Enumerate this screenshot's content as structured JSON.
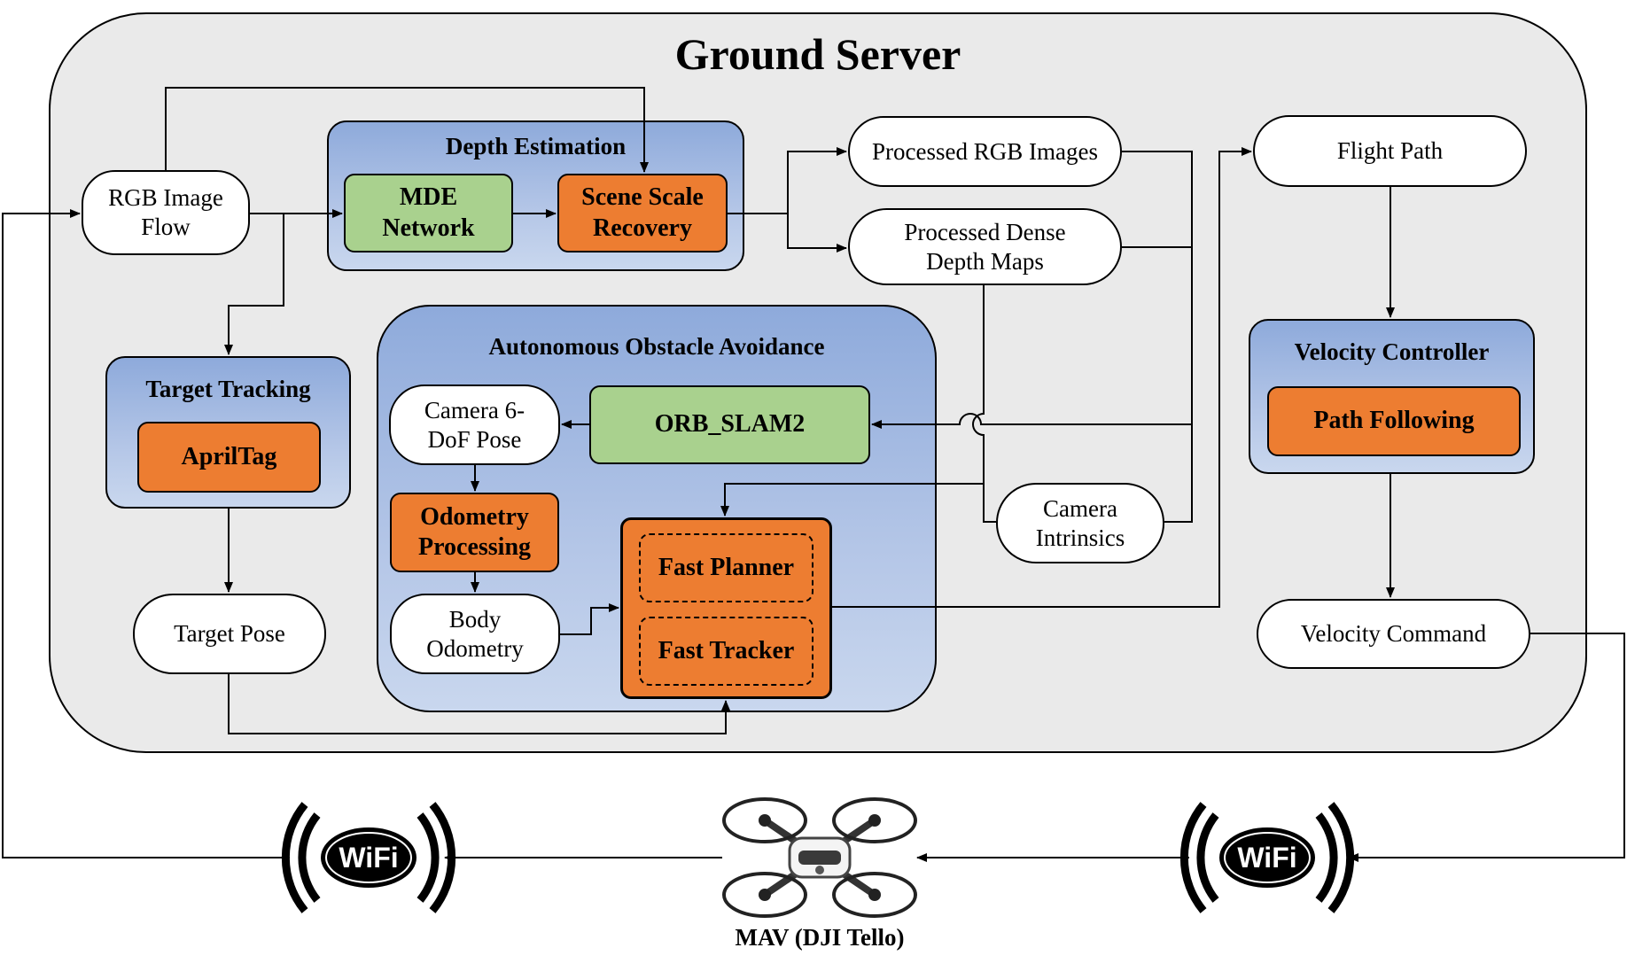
{
  "title": "Ground Server",
  "nodes": {
    "rgb_flow": "RGB Image\nFlow",
    "mde_network": "MDE\nNetwork",
    "scene_scale_recovery": "Scene Scale\nRecovery",
    "processed_rgb": "Processed RGB Images",
    "processed_depth": "Processed Dense\nDepth Maps",
    "flight_path": "Flight Path",
    "apriltag": "AprilTag",
    "target_pose": "Target Pose",
    "camera_pose": "Camera 6-\nDoF Pose",
    "orb_slam2": "ORB_SLAM2",
    "odometry_processing": "Odometry\nProcessing",
    "body_odometry": "Body\nOdometry",
    "fast_planner": "Fast Planner",
    "fast_tracker": "Fast Tracker",
    "camera_intrinsics": "Camera\nIntrinsics",
    "path_following": "Path Following",
    "velocity_command": "Velocity Command"
  },
  "groups": {
    "depth_estimation": "Depth Estimation",
    "target_tracking": "Target Tracking",
    "obstacle_avoidance": "Autonomous Obstacle Avoidance",
    "velocity_controller": "Velocity Controller"
  },
  "mav_caption": "MAV (DJI Tello)",
  "wifi_text": "WiFi",
  "icons": [
    "wifi-icon",
    "drone-icon"
  ],
  "colors": {
    "server_bg": "#eaeaea",
    "group_blue": "#8eaadb",
    "green": "#a9d18e",
    "orange": "#ed7d31"
  }
}
